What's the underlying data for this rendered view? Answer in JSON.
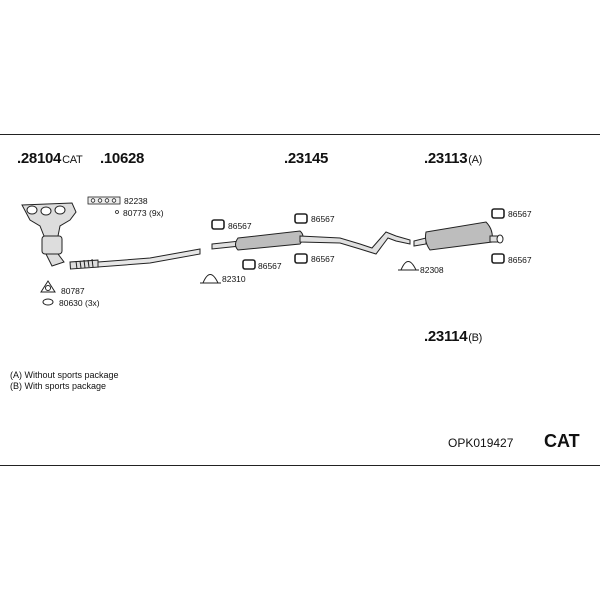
{
  "parts": {
    "p28104": {
      "number": ".28104",
      "suffix": "CAT"
    },
    "p10628": {
      "number": ".10628",
      "suffix": ""
    },
    "p23145": {
      "number": ".23145",
      "suffix": ""
    },
    "p23113": {
      "number": ".23113",
      "suffix": "(A)"
    },
    "p23114": {
      "number": ".23114",
      "suffix": "(B)"
    }
  },
  "small_parts": {
    "s82238": "82238",
    "s80773": "80773 (9x)",
    "s80787": "80787",
    "s80630": "80630 (3x)",
    "s86567_a": "86567",
    "s86567_b": "86567",
    "s86567_c": "86567",
    "s86567_d": "86567",
    "s86567_e": "86567",
    "s86567_f": "86567",
    "s82310": "82310",
    "s82308": "82308"
  },
  "legend": {
    "a": "(A) Without sports package",
    "b": "(B) With sports package"
  },
  "footer": {
    "code": "OPK019427",
    "type": "CAT"
  }
}
